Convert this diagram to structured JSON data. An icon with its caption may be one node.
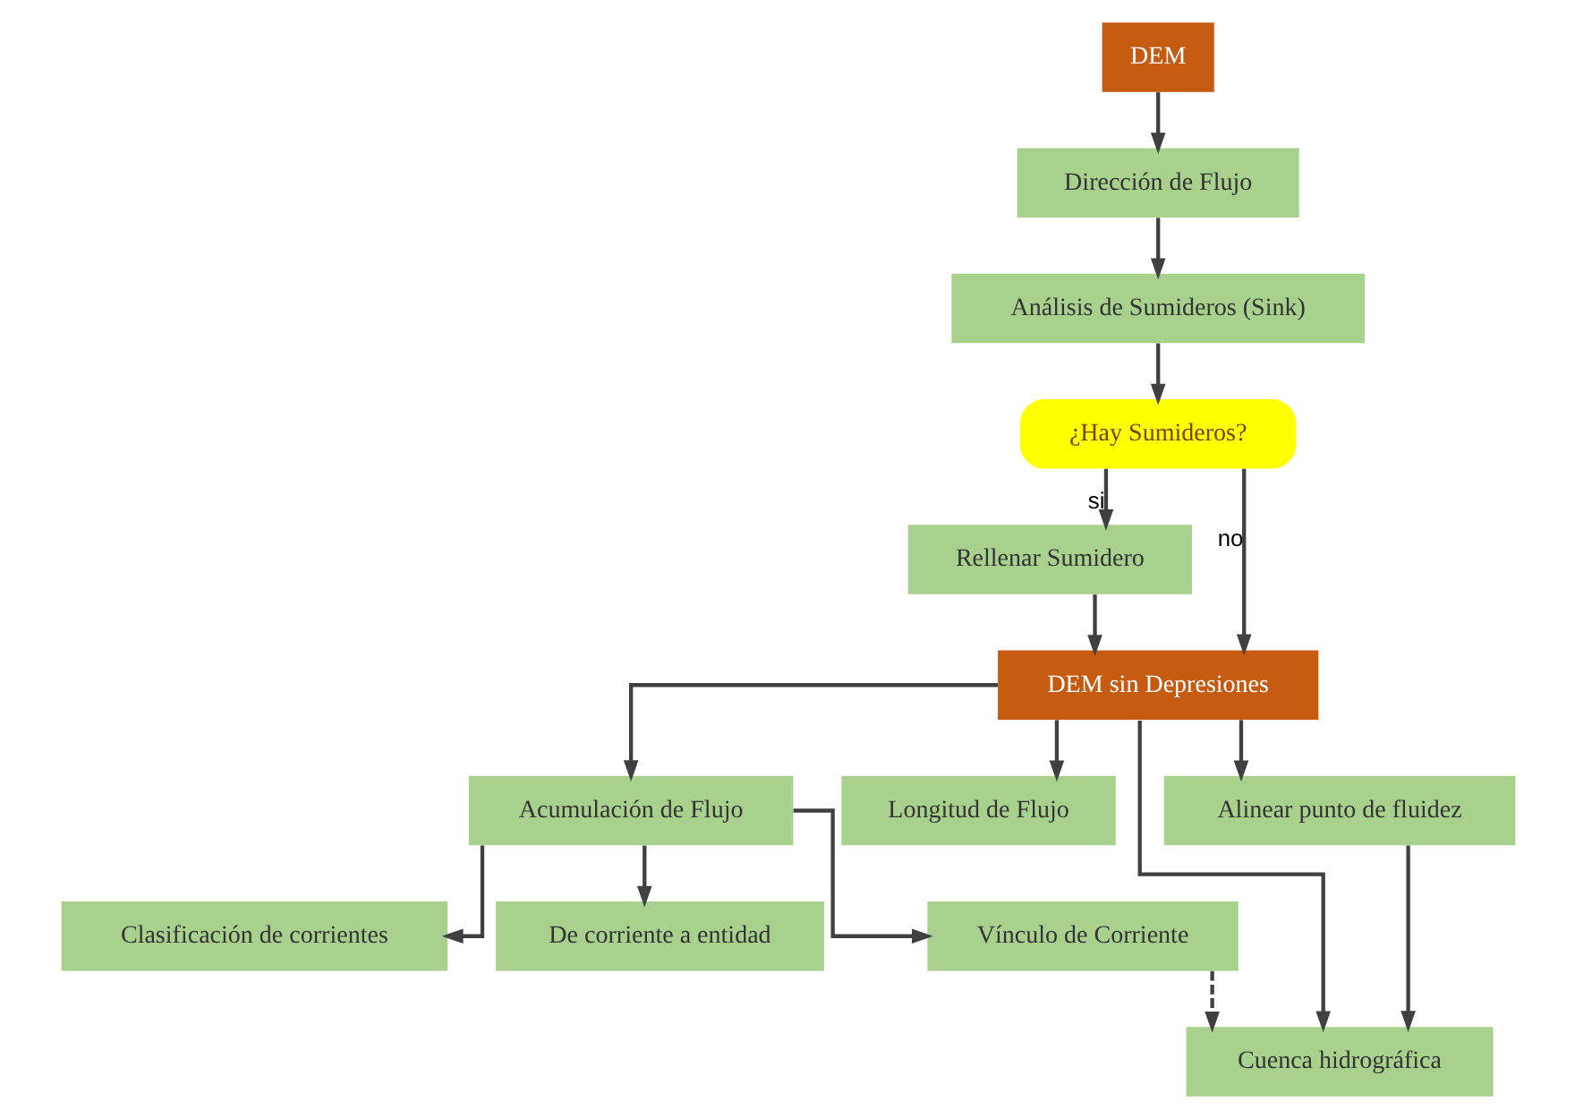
{
  "diagram": {
    "nodes": [
      {
        "text": [
          "DEM"
        ]
      },
      {
        "text": [
          "Dirección de Flujo"
        ]
      },
      {
        "text": [
          "Análisis de Sumideros (Sink)"
        ]
      },
      {
        "text": [
          "¿Hay Sumideros?"
        ]
      },
      {
        "text": [
          "Rellenar Sumidero"
        ]
      },
      {
        "text": [
          "DEM sin Depresiones"
        ]
      },
      {
        "text": [
          "Acumulación de Flujo"
        ]
      },
      {
        "text": [
          "Clasificación de corrientes"
        ]
      },
      {
        "text": [
          "De corriente a entidad"
        ]
      },
      {
        "text": [
          "Vínculo de Corriente"
        ]
      },
      {
        "text": [
          "Longitud de Flujo"
        ]
      },
      {
        "text": [
          "Alinear punto de fluidez"
        ]
      },
      {
        "text": [
          "Cuenca hidrográfica"
        ]
      }
    ],
    "edges": [
      {
        "from": 0,
        "to": 1,
        "arrow": "to"
      },
      {
        "from": 1,
        "to": 2,
        "arrow": "to"
      },
      {
        "from": 2,
        "to": 3,
        "arrow": "to"
      },
      {
        "from": 3,
        "to": 5,
        "arrow": "to",
        "label": "no"
      },
      {
        "from": 3,
        "to": 4,
        "arrow": "to",
        "label": "si"
      },
      {
        "from": 4,
        "to": 5,
        "arrow": "to"
      },
      {
        "from": 5,
        "to": 6,
        "arrow": "to"
      },
      {
        "from": 5,
        "to": 10,
        "arrow": "to"
      },
      {
        "from": 5,
        "to": 11,
        "arrow": "to"
      },
      {
        "from": 5,
        "to": 12,
        "arrow": "to"
      },
      {
        "from": 6,
        "to": 7,
        "arrow": "to"
      },
      {
        "from": 6,
        "to": 8,
        "arrow": "to"
      },
      {
        "from": 6,
        "to": 9,
        "arrow": "to"
      },
      {
        "from": 11,
        "to": 12,
        "arrow": "to"
      },
      {
        "from": 9,
        "to": 12,
        "arrow": "to",
        "style": "dashed"
      }
    ]
  }
}
